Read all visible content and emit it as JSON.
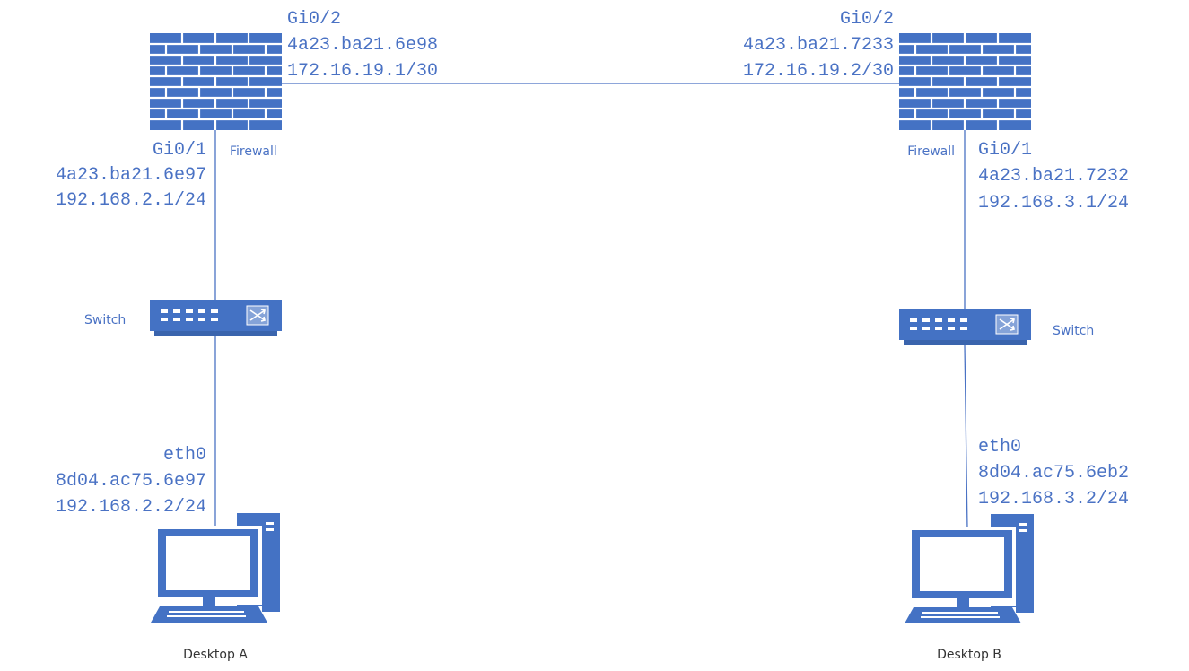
{
  "colors": {
    "accent": "#4472c4",
    "caption": "#333333"
  },
  "icons": {
    "firewall": "firewall-brick-wall-icon",
    "switch": "network-switch-icon",
    "desktop": "desktop-computer-icon"
  },
  "firewall_a": {
    "label": "Firewall",
    "gi02": {
      "name": "Gi0/2",
      "mac": "4a23.ba21.6e98",
      "ip": "172.16.19.1/30"
    },
    "gi01": {
      "name": "Gi0/1",
      "mac": "4a23.ba21.6e97",
      "ip": "192.168.2.1/24"
    }
  },
  "firewall_b": {
    "label": "Firewall",
    "gi02": {
      "name": "Gi0/2",
      "mac": "4a23.ba21.7233",
      "ip": "172.16.19.2/30"
    },
    "gi01": {
      "name": "Gi0/1",
      "mac": "4a23.ba21.7232",
      "ip": "192.168.3.1/24"
    }
  },
  "switch_a": {
    "label": "Switch"
  },
  "switch_b": {
    "label": "Switch"
  },
  "desktop_a": {
    "label": "Desktop A",
    "eth0": {
      "name": "eth0",
      "mac": "8d04.ac75.6e97",
      "ip": "192.168.2.2/24"
    }
  },
  "desktop_b": {
    "label": "Desktop B",
    "eth0": {
      "name": "eth0",
      "mac": "8d04.ac75.6eb2",
      "ip": "192.168.3.2/24"
    }
  }
}
